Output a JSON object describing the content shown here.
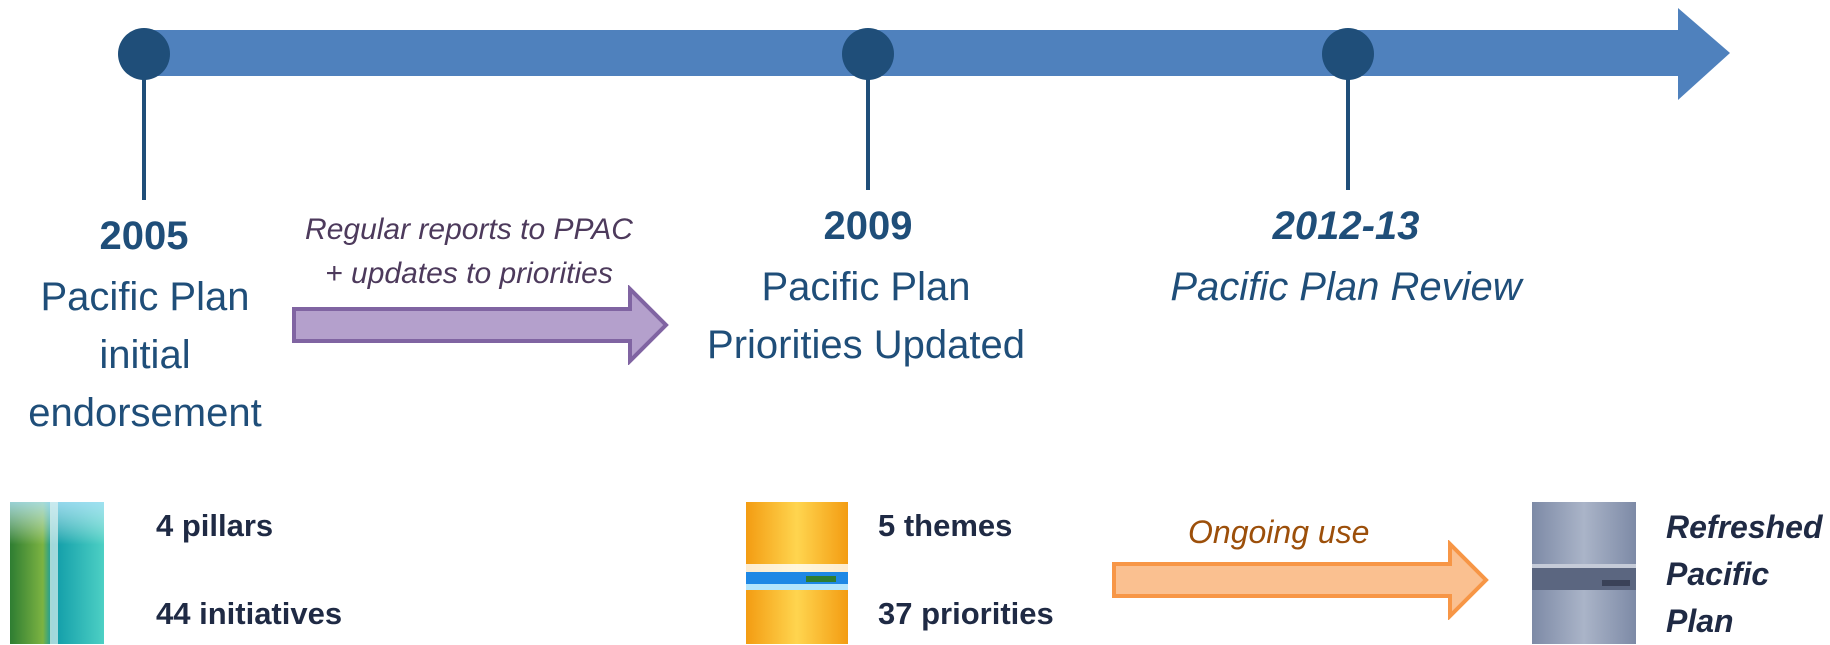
{
  "timeline": {
    "milestones": [
      {
        "year": "2005",
        "lines": [
          "Pacific Plan",
          "initial",
          "endorsement"
        ]
      },
      {
        "year": "2009",
        "lines": [
          "Pacific Plan",
          "Priorities Updated"
        ]
      },
      {
        "year": "2012-13",
        "lines": [
          "Pacific Plan Review"
        ]
      }
    ]
  },
  "arrows": {
    "reports": {
      "lines": [
        "Regular reports to PPAC",
        "+ updates to priorities"
      ],
      "color": "#b4a0cc"
    },
    "ongoing": {
      "label": "Ongoing use",
      "color": "#fac090"
    }
  },
  "stats": {
    "plan_2005": [
      "4 pillars",
      "44 initiatives"
    ],
    "plan_2009": [
      "5 themes",
      "37 priorities"
    ],
    "plan_refreshed": [
      "Refreshed",
      "Pacific",
      "Plan"
    ]
  },
  "colors": {
    "timeline": "#4f81bd",
    "milestone": "#1f4e79"
  }
}
